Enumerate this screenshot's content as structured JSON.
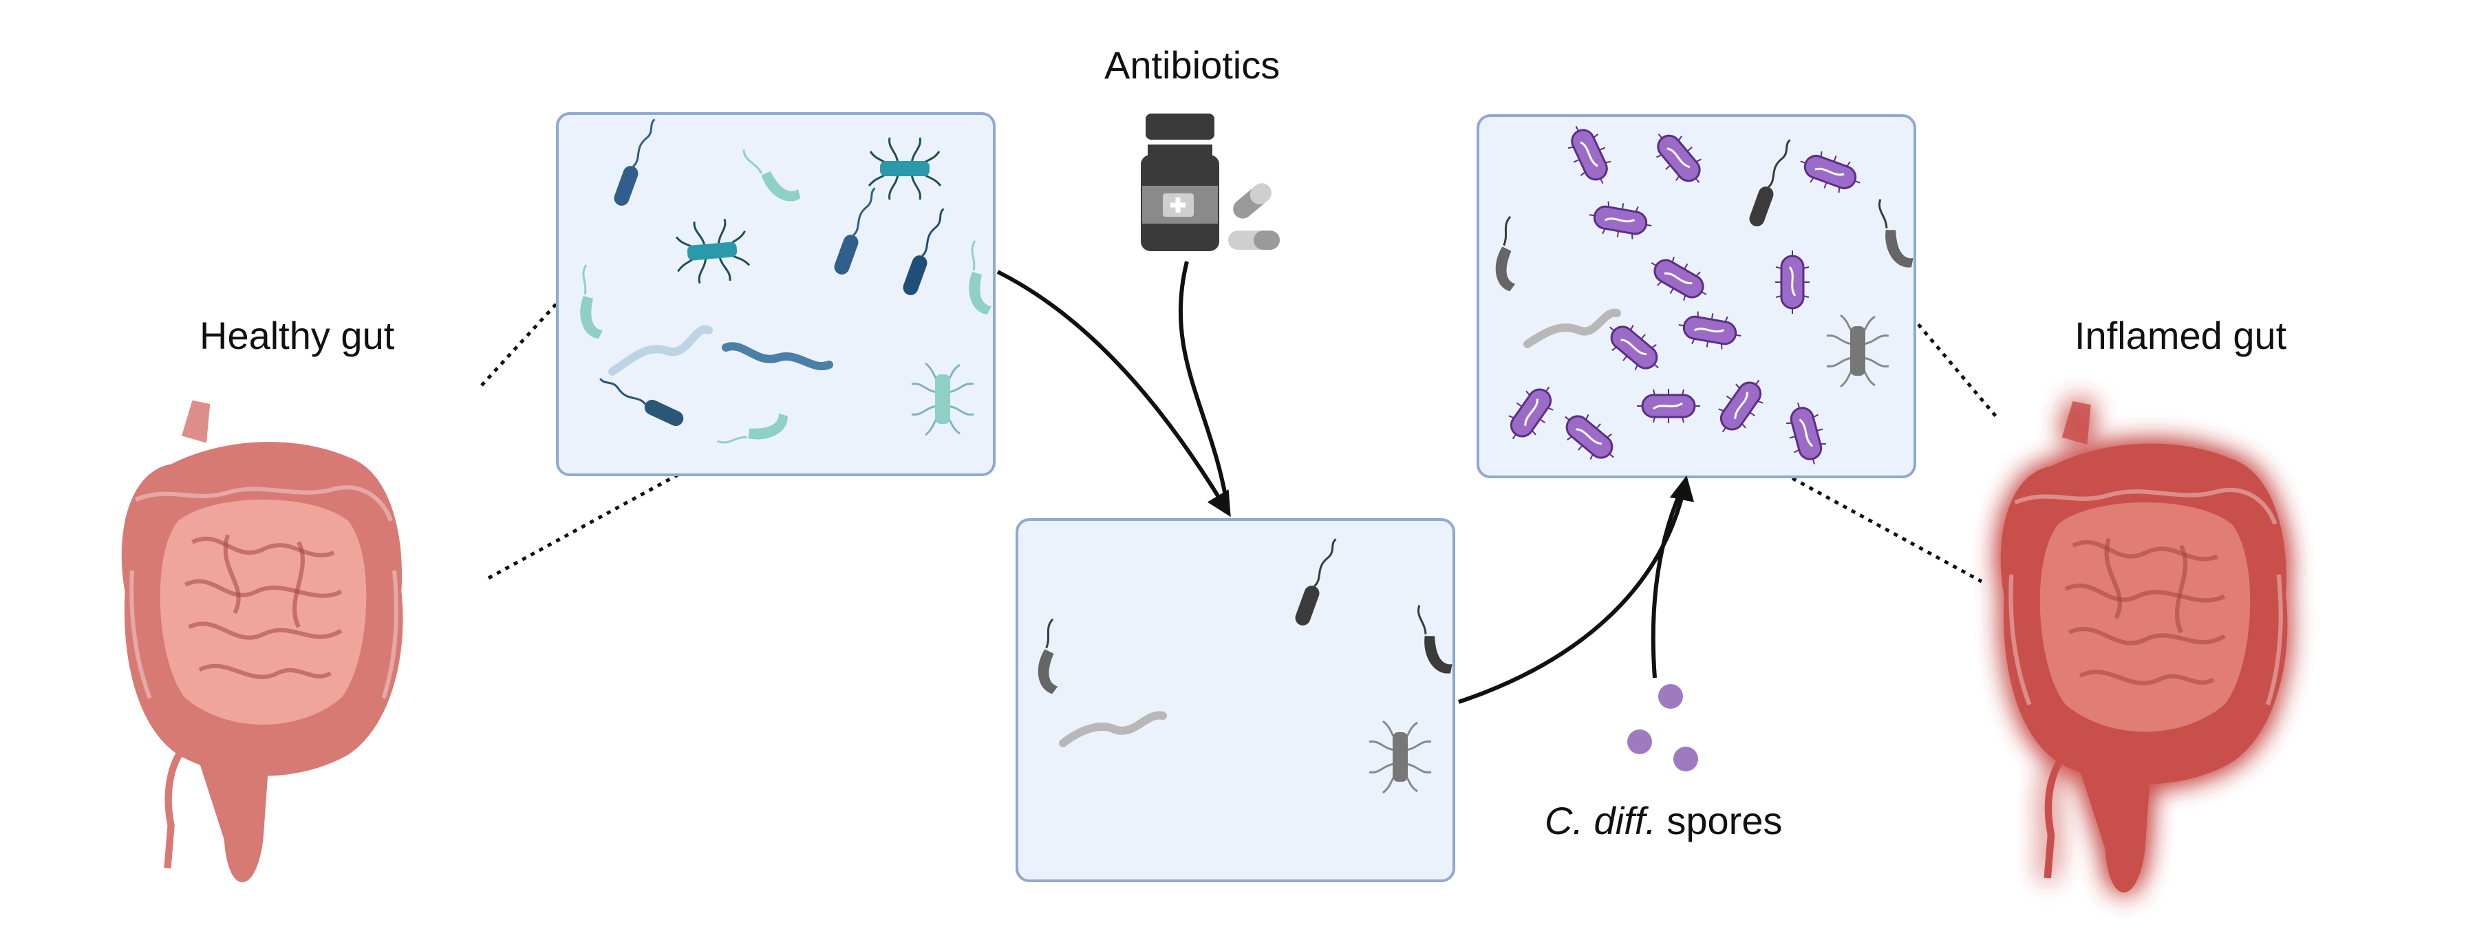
{
  "labels": {
    "healthy_gut": "Healthy gut",
    "inflamed_gut": "Inflamed gut",
    "antibiotics": "Antibiotics",
    "spores_species": "C. diff.",
    "spores_word": "spores"
  },
  "colors": {
    "panel_fill": "#ecf2fb",
    "panel_stroke": "#8fa9d4",
    "gut_colon": "#d77a74",
    "gut_small_intestine": "#efa59b",
    "inflamed_colon": "#c9504b",
    "inflamed_glow": "#ff2020",
    "cdiff_purple": "#9b6bc7",
    "cdiff_spore": "#a07ac0",
    "bacteria_dark_blue": "#2f5f8a",
    "bacteria_teal": "#2a9aab",
    "bacteria_mint": "#8fd0c4",
    "bacteria_grey": "#777777",
    "bacteria_dark_grey": "#3b3b3b",
    "arrow": "#111111"
  },
  "icons": {
    "pill_bottle": "medicine-bottle-icon",
    "capsules": "capsule-pills-icon",
    "healthy_gut": "healthy-intestine-illustration",
    "inflamed_gut": "inflamed-intestine-illustration"
  }
}
